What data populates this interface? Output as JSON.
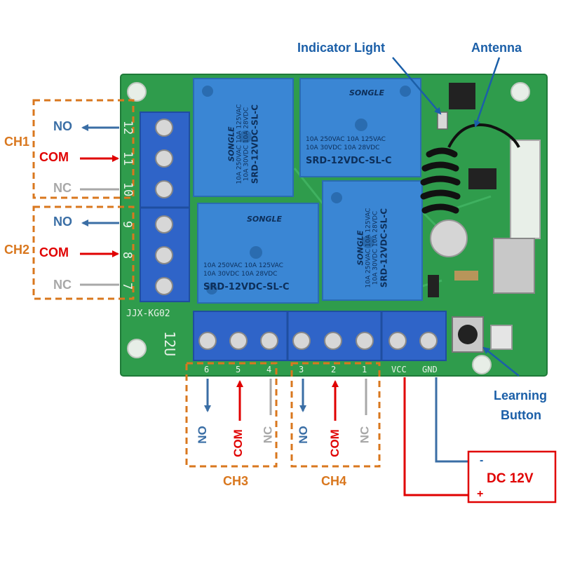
{
  "callouts": {
    "indicator_light": "Indicator Light",
    "antenna": "Antenna",
    "learning_button": [
      "Learning",
      "Button"
    ]
  },
  "channels": {
    "ch1": "CH1",
    "ch2": "CH2",
    "ch3": "CH3",
    "ch4": "CH4"
  },
  "terminals": {
    "no": "NO",
    "com": "COM",
    "nc": "NC"
  },
  "pins_left": [
    "12",
    "11",
    "10",
    "9",
    "8",
    "7"
  ],
  "pins_bottom": [
    "6",
    "5",
    "4",
    "3",
    "2",
    "1",
    "VCC",
    "GND"
  ],
  "board": {
    "model": "JJX-KG02",
    "voltage": "12U"
  },
  "relay": {
    "brand": "SONGLE",
    "rating_line1": "10A 250VAC  10A 125VAC",
    "rating_line2": "10A  30VDC  10A  28VDC",
    "model": "SRD-12VDC-SL-C"
  },
  "power": {
    "label": "DC 12V",
    "minus": "-",
    "plus": "+"
  },
  "colors": {
    "no": "#3a6ea5",
    "com": "#e00000",
    "nc": "#a8a8a8",
    "channel_box": "#d9771e",
    "callout": "#1b5fa8",
    "pcb": "#2e9e4e",
    "terminal_block": "#2f64c8",
    "relay": "#3a86d4"
  },
  "icons": [
    "arrow-left-icon",
    "arrow-right-icon",
    "arrow-down-icon",
    "screw-terminal-icon"
  ]
}
